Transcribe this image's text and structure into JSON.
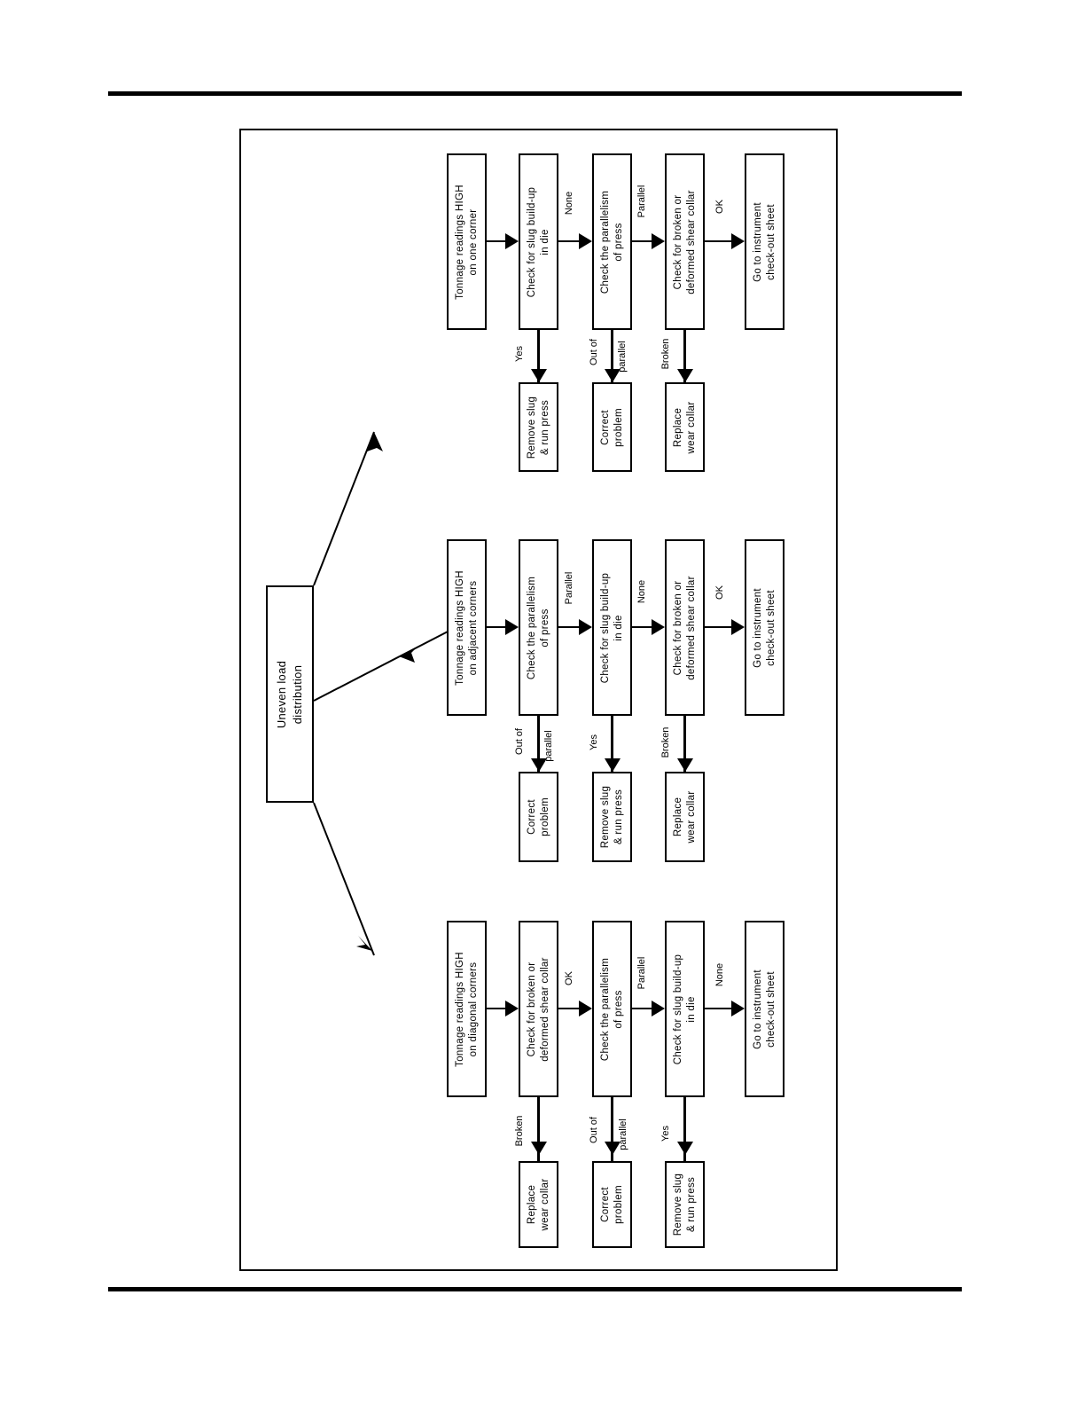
{
  "page": {
    "type": "flowchart-figure",
    "orientation": "landscape-rotated-90",
    "background_color": "#ffffff",
    "line_color": "#000000"
  },
  "root": {
    "label": "Uneven load\ndistribution",
    "line1": "Uneven load",
    "line2": "distribution"
  },
  "branches": [
    {
      "id": "one-corner",
      "start": {
        "line1": "Tonnage readings HIGH",
        "line2": "on one corner"
      },
      "steps": [
        {
          "id": "check-slug",
          "line1": "Check for slug build-up",
          "line2": "in die",
          "in_label": "",
          "pass_label": "None",
          "fail_label_a": "Yes",
          "fail_label_b": "",
          "fail": {
            "line1": "Remove slug",
            "line2": "& run press"
          }
        },
        {
          "id": "check-parallelism",
          "line1": "Check the parallelism",
          "line2": "of press",
          "pass_label": "Parallel",
          "fail_label_a": "Out of",
          "fail_label_b": "parallel",
          "fail": {
            "line1": "Correct",
            "line2": "problem"
          }
        },
        {
          "id": "check-shear-collar",
          "line1": "Check for broken or",
          "line2": "deformed shear collar",
          "pass_label": "OK",
          "fail_label_a": "Broken",
          "fail_label_b": "",
          "fail": {
            "line1": "Replace",
            "line2": "wear collar"
          }
        }
      ],
      "end": {
        "line1": "Go to instrument",
        "line2": "check-out sheet"
      }
    },
    {
      "id": "adjacent-corners",
      "start": {
        "line1": "Tonnage readings HIGH",
        "line2": "on adjacent corners"
      },
      "steps": [
        {
          "id": "check-parallelism",
          "line1": "Check the parallelism",
          "line2": "of press",
          "pass_label": "Parallel",
          "fail_label_a": "Out of",
          "fail_label_b": "parallel",
          "fail": {
            "line1": "Correct",
            "line2": "problem"
          }
        },
        {
          "id": "check-slug",
          "line1": "Check for slug build-up",
          "line2": "in die",
          "pass_label": "None",
          "fail_label_a": "Yes",
          "fail_label_b": "",
          "fail": {
            "line1": "Remove slug",
            "line2": "& run press"
          }
        },
        {
          "id": "check-shear-collar",
          "line1": "Check for broken or",
          "line2": "deformed shear collar",
          "pass_label": "OK",
          "fail_label_a": "Broken",
          "fail_label_b": "",
          "fail": {
            "line1": "Replace",
            "line2": "wear collar"
          }
        }
      ],
      "end": {
        "line1": "Go to instrument",
        "line2": "check-out sheet"
      }
    },
    {
      "id": "diagonal-corners",
      "start": {
        "line1": "Tonnage readings HIGH",
        "line2": "on diagonal corners"
      },
      "steps": [
        {
          "id": "check-shear-collar",
          "line1": "Check for broken or",
          "line2": "deformed shear collar",
          "pass_label": "OK",
          "fail_label_a": "Broken",
          "fail_label_b": "",
          "fail": {
            "line1": "Replace",
            "line2": "wear collar"
          }
        },
        {
          "id": "check-parallelism",
          "line1": "Check the parallelism",
          "line2": "of press",
          "pass_label": "Parallel",
          "fail_label_a": "Out of",
          "fail_label_b": "parallel",
          "fail": {
            "line1": "Correct",
            "line2": "problem"
          }
        },
        {
          "id": "check-slug",
          "line1": "Check for slug build-up",
          "line2": "in die",
          "pass_label": "None",
          "fail_label_a": "Yes",
          "fail_label_b": "",
          "fail": {
            "line1": "Remove slug",
            "line2": "& run press"
          }
        }
      ],
      "end": {
        "line1": "Go to instrument",
        "line2": "check-out sheet"
      }
    }
  ]
}
